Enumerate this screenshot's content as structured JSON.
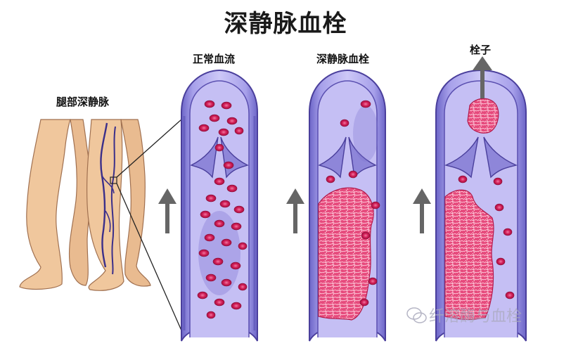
{
  "title": "深静脉血栓",
  "labels": {
    "leg": "腿部深静脉",
    "normal": "正常血流",
    "dvt": "深静脉血栓",
    "embolus": "栓子"
  },
  "watermark": "纤溶酶与血栓",
  "colors": {
    "vessel_fill": "#8c86d8",
    "vessel_inner": "#b9b3ef",
    "vessel_edge": "#4a3f9c",
    "blood_cell": "#d8215a",
    "clot": "#e03a6e",
    "skin": "#f2cfa6",
    "arrow": "#666666"
  },
  "icons": [
    "up-arrow-icon",
    "embolus-arrow-icon",
    "wechat-icon"
  ]
}
